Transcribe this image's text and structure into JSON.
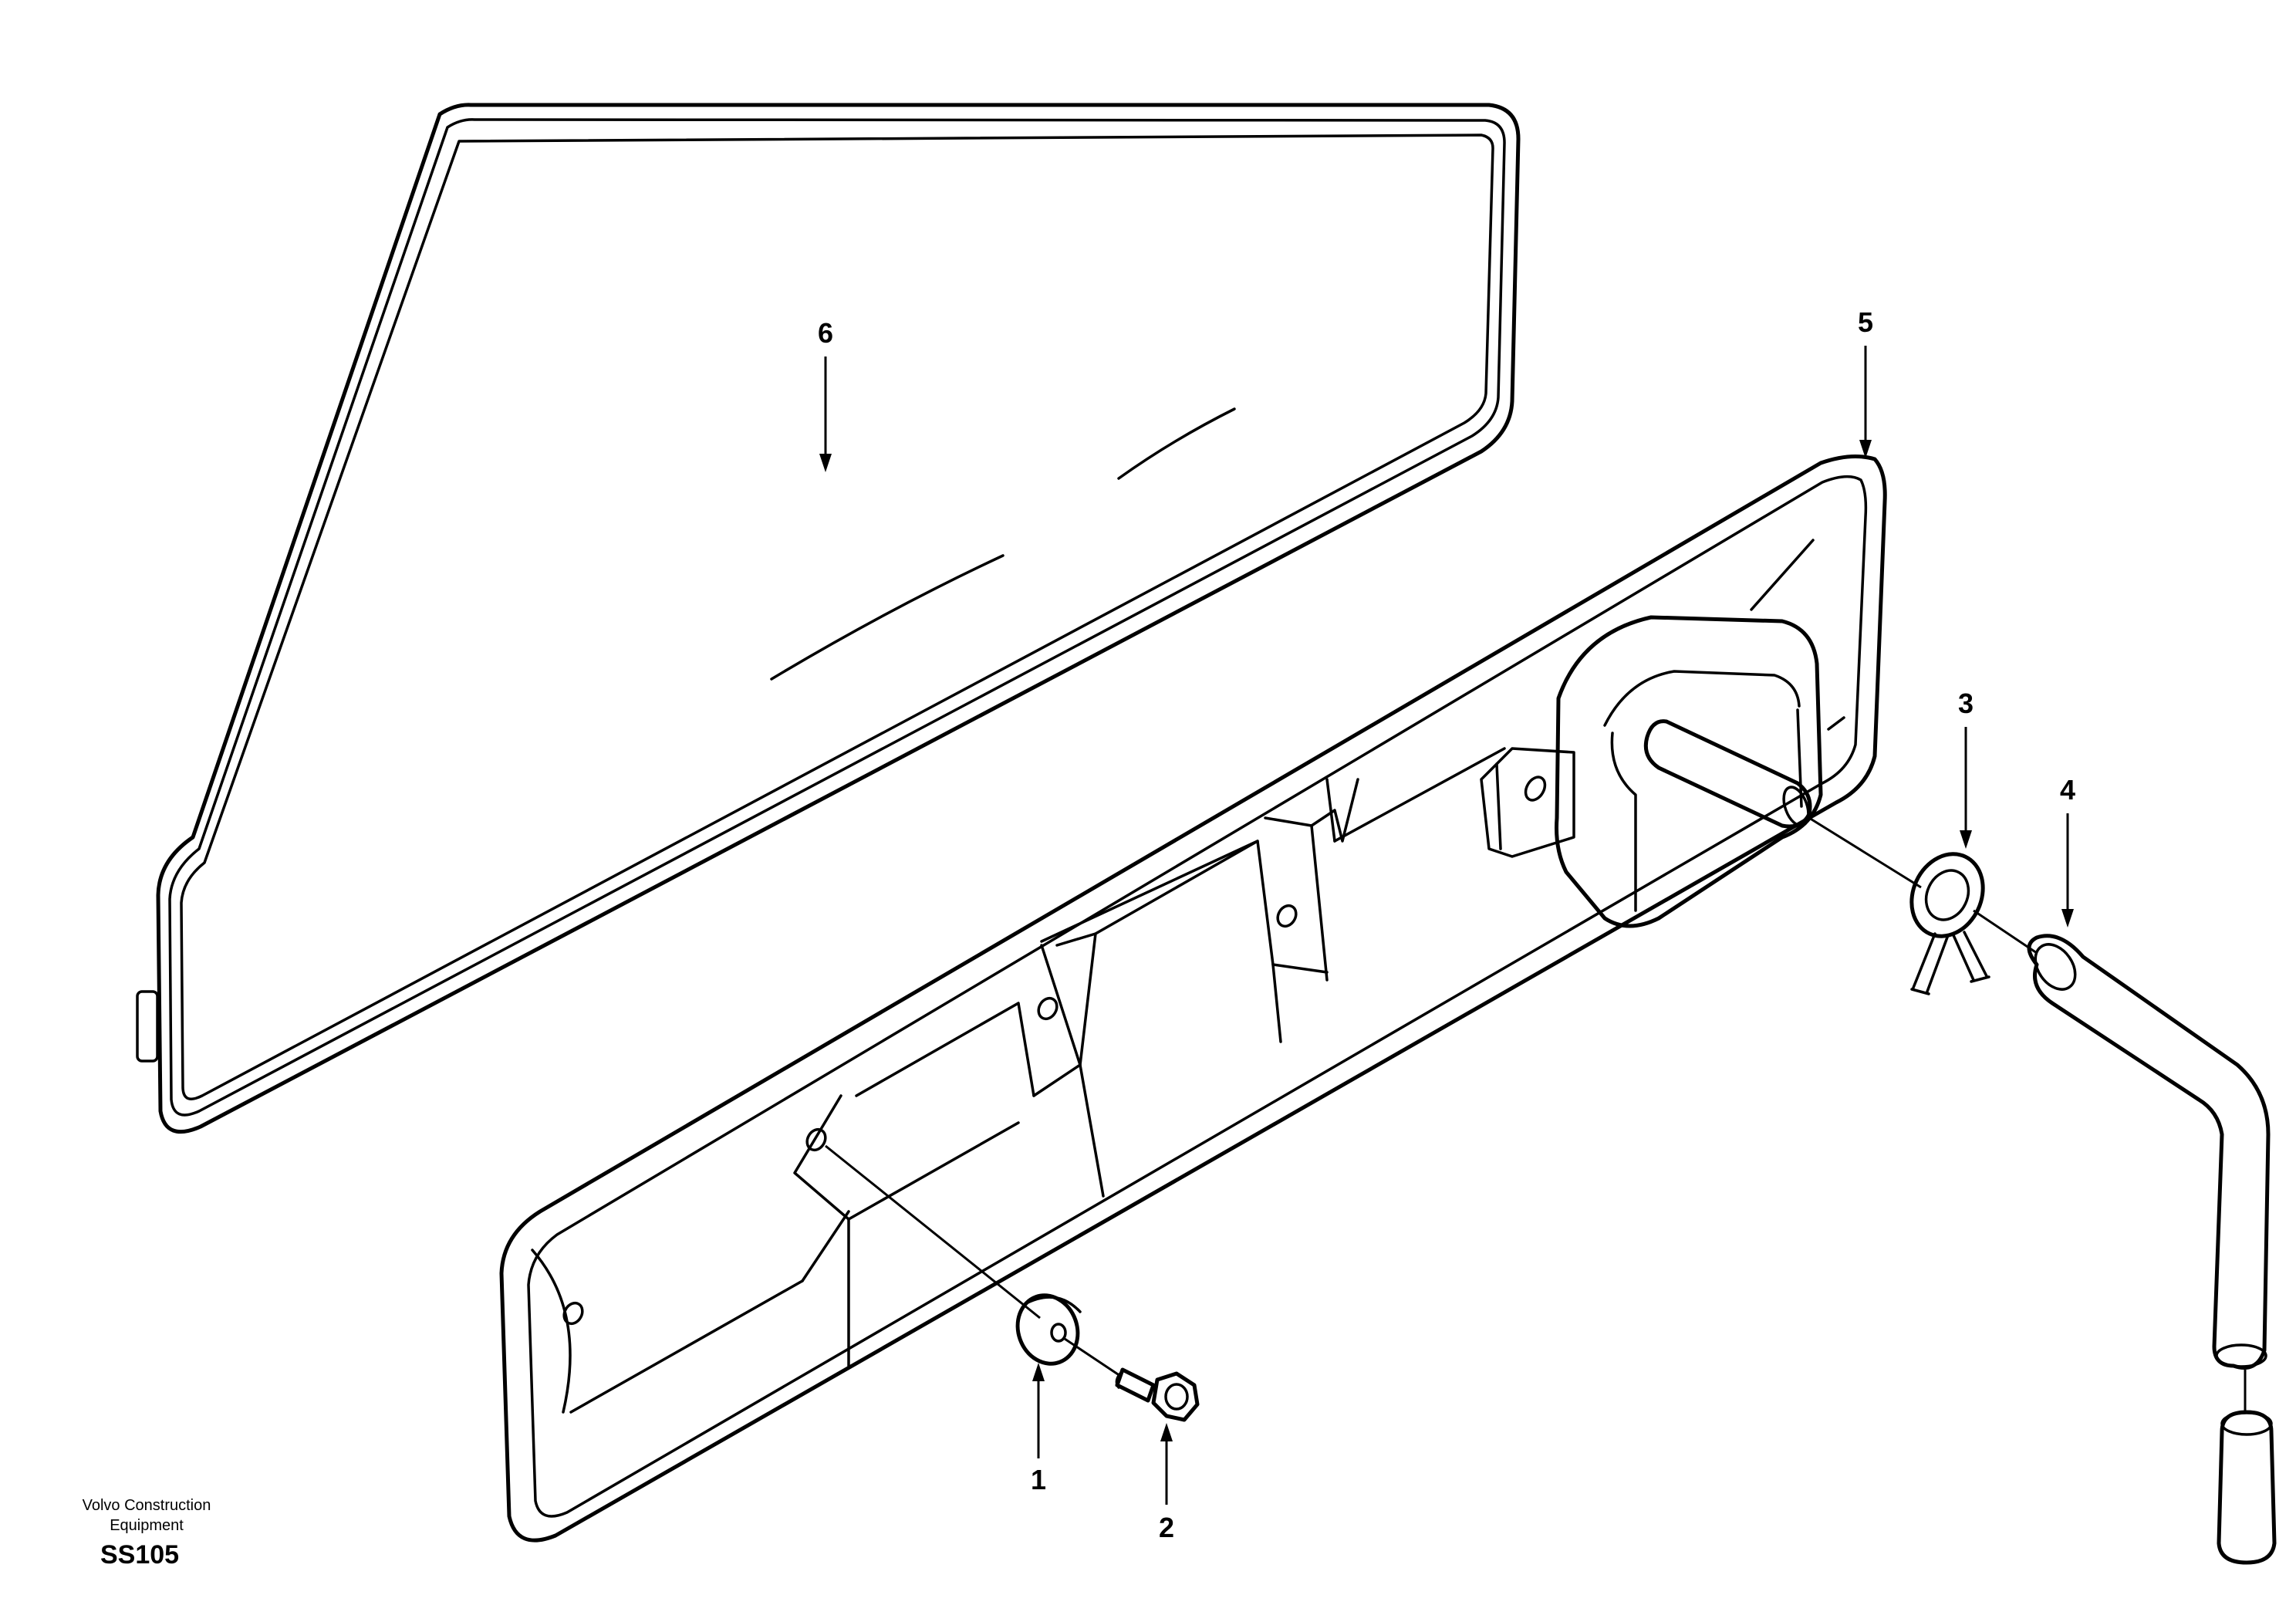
{
  "callouts": {
    "c1": "1",
    "c2": "2",
    "c3": "3",
    "c4": "4",
    "c5": "5",
    "c6": "6"
  },
  "footer": {
    "company_line1": "Volvo Construction",
    "company_line2": "Equipment",
    "code": "SS105"
  }
}
